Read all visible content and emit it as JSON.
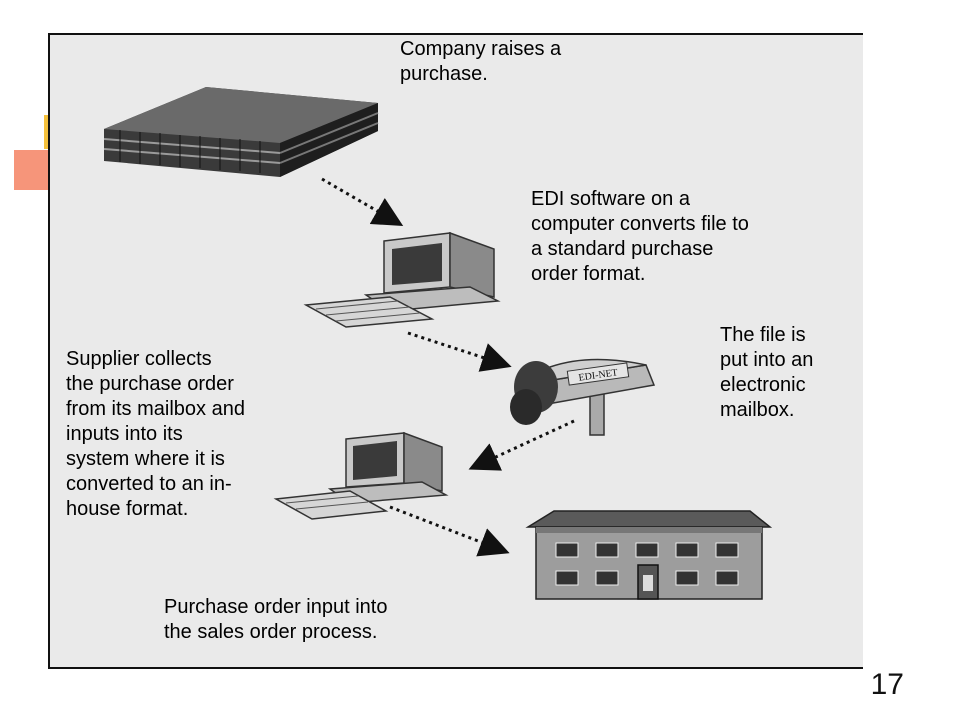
{
  "slide": {
    "number": "17"
  },
  "diagram": {
    "captions": {
      "company": "Company raises a\npurchase.",
      "edi": "EDI software on a\ncomputer converts file to\na standard purchase\norder format.",
      "mailbox": "The file is\nput into an\nelectronic\nmailbox.",
      "supplier": "Supplier collects\nthe purchase order\nfrom its mailbox and\ninputs into its\nsystem where it is\nconverted to an in-\nhouse format.",
      "sales": "Purchase order input into\nthe sales order process."
    },
    "mailbox_label": "EDI-NET",
    "icons": [
      "office-building-icon",
      "computer-icon",
      "mailbox-icon",
      "computer-icon",
      "warehouse-building-icon"
    ],
    "colors": {
      "background": "#eaeaea",
      "accent_orange": "#f6957a",
      "accent_yellow": "#f5c13c"
    }
  }
}
